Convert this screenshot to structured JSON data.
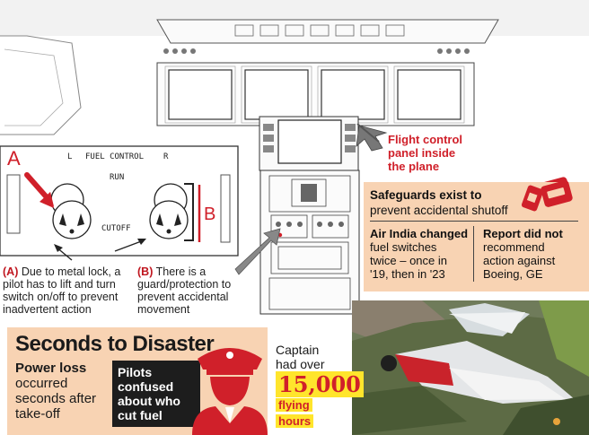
{
  "cockpit": {
    "callout": [
      "Flight control",
      "panel inside",
      "the plane"
    ],
    "accent_red": "#d0202a"
  },
  "fuel_panel": {
    "marker_a": "A",
    "marker_b": "B",
    "header_left": "L",
    "header_mid": "FUEL CONTROL",
    "header_right": "R",
    "run_label": "RUN",
    "cutoff_label": "CUTOFF"
  },
  "captions": {
    "a_tag": "(A)",
    "a_text": [
      " Due to metal lock, a",
      "pilot has to lift and turn",
      "switch on/off to prevent",
      "inadvertent action"
    ],
    "b_tag": "(B)",
    "b_text": [
      " There is a",
      "guard/protection to",
      "prevent accidental",
      "movement"
    ]
  },
  "safeguards": {
    "heading": "Safeguards exist to",
    "sub": "prevent accidental shutoff",
    "left_head": "Air India changed",
    "left_lines": [
      "fuel switches",
      "twice – once in",
      "'19, then in '23"
    ],
    "right_head": "Report did not",
    "right_lines": [
      "recommend",
      "action against",
      "Boeing, GE"
    ],
    "bg": "#f8d3b3"
  },
  "disaster": {
    "title": "Seconds to Disaster",
    "power_head": "Power loss",
    "power_lines": [
      "occurred",
      "seconds after",
      "take-off"
    ],
    "pilots_lines": [
      "Pilots",
      "confused",
      "about who",
      "cut fuel"
    ],
    "captain_lines": [
      "Captain",
      "had over"
    ],
    "hours_number": "15,000",
    "hours_lines": [
      "flying",
      "hours"
    ]
  }
}
